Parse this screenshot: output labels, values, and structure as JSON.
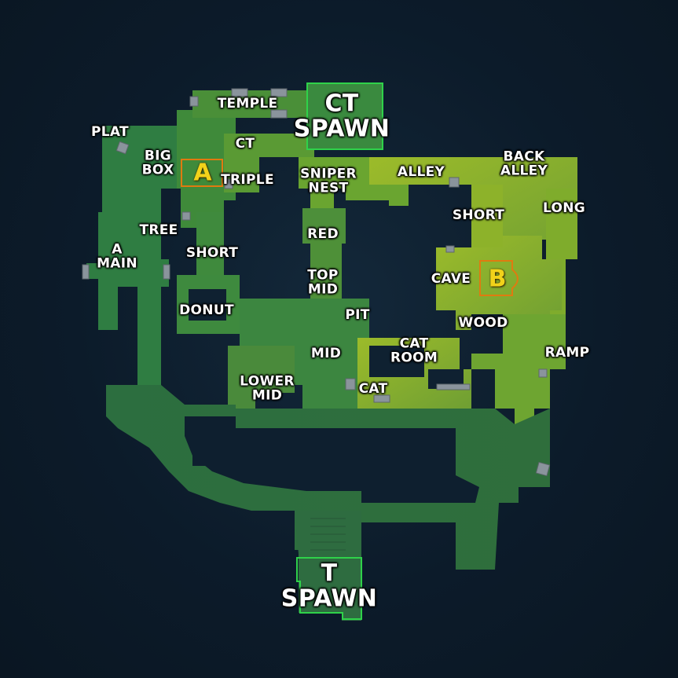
{
  "map": {
    "colors": {
      "background": "#0c1b2a",
      "floor_dark": "#2f7a3c",
      "floor_light": "#8fb02a",
      "spawn_outline": "#2fd24a",
      "site_outline": "#e07a10",
      "site_label": "#f2d21a",
      "label": "#ffffff"
    },
    "sites": [
      {
        "id": "a",
        "label": "A"
      },
      {
        "id": "b",
        "label": "B"
      }
    ],
    "spawns": {
      "ct": {
        "lines": [
          "CT",
          "SPAWN"
        ]
      },
      "t": {
        "lines": [
          "T",
          "SPAWN"
        ]
      }
    },
    "callouts": {
      "temple": [
        "TEMPLE"
      ],
      "plat": [
        "PLAT"
      ],
      "ct": [
        "CT"
      ],
      "big_box": [
        "BIG",
        "BOX"
      ],
      "triple": [
        "TRIPLE"
      ],
      "sniper_nest": [
        "SNIPER",
        "NEST"
      ],
      "alley": [
        "ALLEY"
      ],
      "back_alley": [
        "BACK",
        "ALLEY"
      ],
      "short_b": [
        "SHORT"
      ],
      "long": [
        "LONG"
      ],
      "tree": [
        "TREE"
      ],
      "a_main": [
        "A",
        "MAIN"
      ],
      "short_a": [
        "SHORT"
      ],
      "red": [
        "RED"
      ],
      "top_mid": [
        "TOP",
        "MID"
      ],
      "cave": [
        "CAVE"
      ],
      "donut": [
        "DONUT"
      ],
      "pit": [
        "PIT"
      ],
      "wood": [
        "WOOD"
      ],
      "mid": [
        "MID"
      ],
      "cat_room": [
        "CAT",
        "ROOM"
      ],
      "ramp": [
        "RAMP"
      ],
      "lower_mid": [
        "LOWER",
        "MID"
      ],
      "cat": [
        "CAT"
      ]
    }
  }
}
